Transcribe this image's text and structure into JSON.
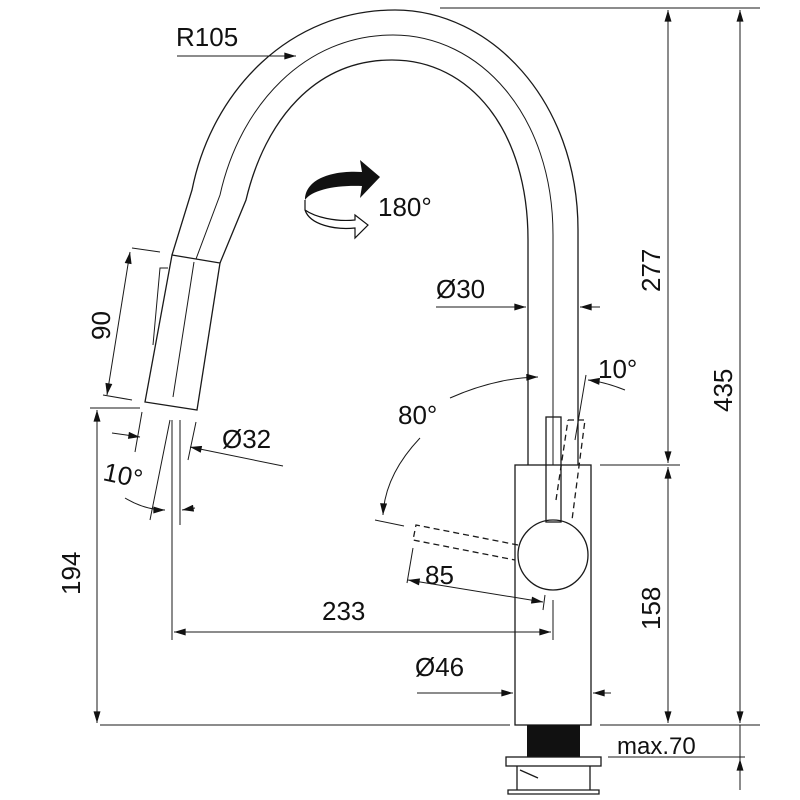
{
  "drawing": {
    "radius_label": "R105",
    "rotation_label": "180°",
    "spout_diameter_label": "Ø30",
    "height_spout_label": "277",
    "total_height_label": "435",
    "body_height_label": "158",
    "handle_angle_fwd_label": "80°",
    "handle_angle_back_label": "10°",
    "head_length_label": "90",
    "head_diameter_label": "Ø32",
    "head_angle_label": "10°",
    "outlet_height_label": "194",
    "reach_label": "233",
    "handle_length_label": "85",
    "body_diameter_label": "Ø46",
    "max_thickness_label": "max.70"
  }
}
